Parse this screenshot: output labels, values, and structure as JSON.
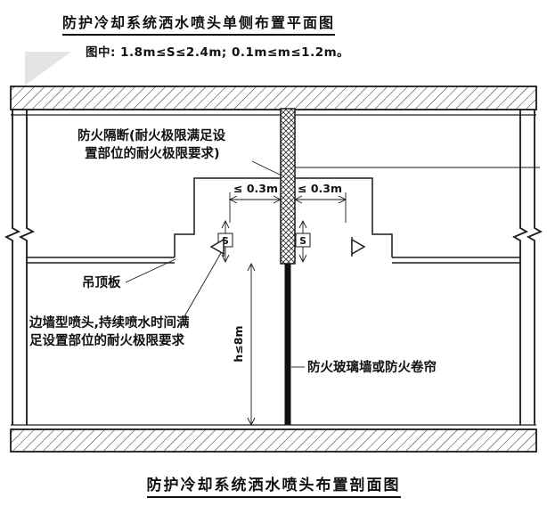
{
  "page": {
    "title_top": "防护冷却系统洒水喷头单侧布置平面图",
    "subtitle": "图中: 1.8m≤S≤2.4m;  0.1m≤m≤1.2m。",
    "title_bottom": "防护冷却系统洒水喷头布置剖面图"
  },
  "labels": {
    "fire_partition_line1": "防火隔断(耐火极限满足设",
    "fire_partition_line2": "置部位的耐火极限要求)",
    "ceiling_panel": "吊顶板",
    "sidewall_sprinkler_line1": "边墙型喷头,持续喷水时间满",
    "sidewall_sprinkler_line2": "足设置部位的耐火极限要求",
    "fire_glass_wall": "防火玻璃墙或防火卷帘"
  },
  "dimensions": {
    "left_offset": "≤ 0.3m",
    "right_offset": "≤ 0.3m",
    "spacing_left": "S",
    "spacing_right": "S",
    "height": "h≤8m"
  },
  "colors": {
    "line": "#1a1a1a",
    "text": "#111111",
    "background": "#ffffff",
    "watermark": "#d9d9d9"
  }
}
